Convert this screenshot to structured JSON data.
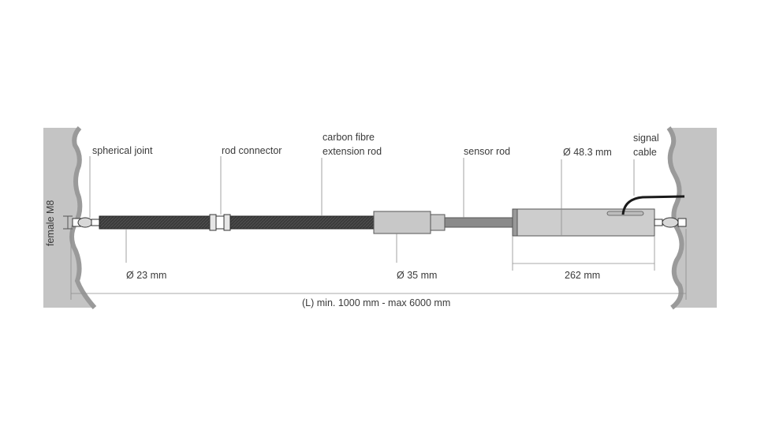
{
  "labels": {
    "spherical_joint": "spherical joint",
    "rod_connector": "rod connector",
    "carbon_fibre_line1": "carbon fibre",
    "carbon_fibre_line2": "extension rod",
    "sensor_rod": "sensor rod",
    "sensor_diameter": "Ø 48.3 mm",
    "signal_line1": "signal",
    "signal_line2": "cable",
    "female_m8": "female M8",
    "rod_diameter": "Ø 23 mm",
    "connector_diameter": "Ø 35 mm",
    "sensor_length": "262 mm",
    "total_length": "(L) min. 1000 mm - max 6000 mm"
  },
  "colors": {
    "wall": "#c4c4c4",
    "wall_edge": "#9a9a9a",
    "carbon_rod": "#3b3b3b",
    "connector_body": "#c8c8c8",
    "sensor_rod": "#8a8a8a",
    "sensor_body": "#cdcdcd",
    "leader": "#8c8c8c",
    "cable": "#1a1a1a"
  }
}
